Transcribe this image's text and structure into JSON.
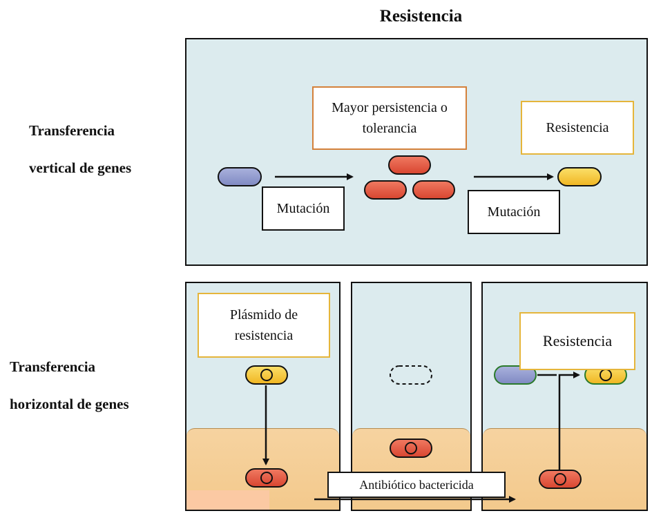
{
  "title": "Resistencia",
  "rows": {
    "vertical": {
      "line1": "Transferencia",
      "line2": "vertical de genes"
    },
    "horizontal": {
      "line1": "Transferencia",
      "line2": "horizontal de genes"
    }
  },
  "vertical_panel": {
    "persistence_box": {
      "line1": "Mayor persistencia o",
      "line2": "tolerancia"
    },
    "resistance_box": "Resistencia",
    "mutation_left": "Mutación",
    "mutation_right": "Mutación"
  },
  "horizontal_panels": {
    "plasmid_box": {
      "line1": "Plásmido de",
      "line2": "resistencia"
    },
    "resistance_box": "Resistencia",
    "antibiotic_label": "Antibiótico bactericida"
  },
  "colors": {
    "bacteria_blue": "#8f99cc",
    "bacteria_red": "#e4553f",
    "bacteria_yellow": "#f6c52b",
    "panel_bg": "#dcebee",
    "sediment": "#f3c98c",
    "box_orange": "#d4803a",
    "box_gold": "#e5b53a"
  }
}
